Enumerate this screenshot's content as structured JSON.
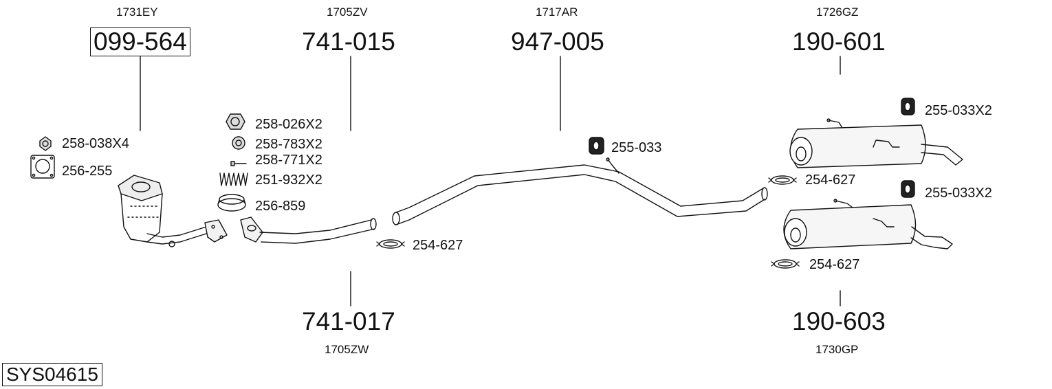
{
  "system_id": "SYS04615",
  "main_parts": [
    {
      "code": "1731EY",
      "number": "099-564"
    },
    {
      "code": "1705ZV",
      "number": "741-015"
    },
    {
      "code": "1717AR",
      "number": "947-005"
    },
    {
      "code": "1726GZ",
      "number": "190-601"
    },
    {
      "code": "1705ZW",
      "number": "741-017"
    },
    {
      "code": "1730GP",
      "number": "190-603"
    }
  ],
  "accessories": [
    "258-038X4",
    "256-255",
    "258-026X2",
    "258-783X2",
    "258-771X2",
    "251-932X2",
    "256-859",
    "254-627",
    "255-033",
    "255-033X2",
    "254-627",
    "255-033X2",
    "254-627"
  ]
}
